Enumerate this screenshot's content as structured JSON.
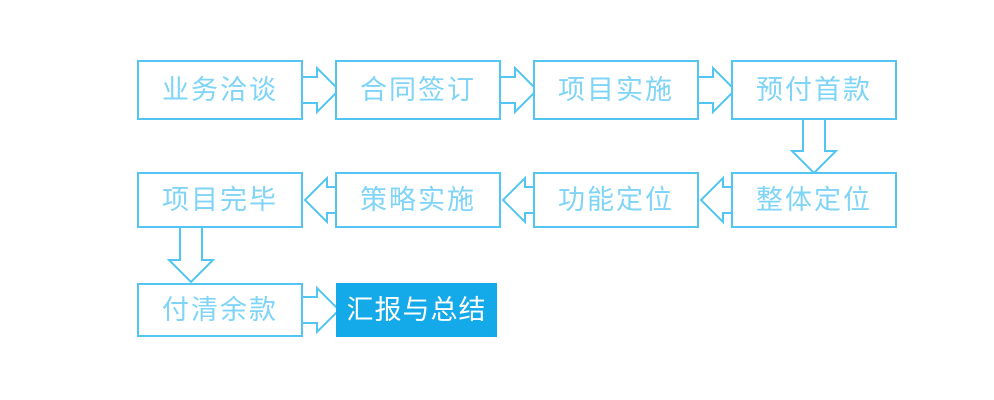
{
  "diagram": {
    "title": "",
    "colors": {
      "outline": "#52c5f2",
      "text": "#7fd4f7",
      "highlight_fill": "#14a9e8",
      "highlight_text": "#ffffff",
      "background": "#ffffff"
    },
    "rows": [
      {
        "direction": "left-to-right",
        "nodes": [
          {
            "label": "业务洽谈",
            "style": "outline"
          },
          {
            "label": "合同签订",
            "style": "outline"
          },
          {
            "label": "项目实施",
            "style": "outline"
          },
          {
            "label": "预付首款",
            "style": "outline"
          }
        ]
      },
      {
        "direction": "right-to-left",
        "nodes": [
          {
            "label": "项目完毕",
            "style": "outline"
          },
          {
            "label": "策略实施",
            "style": "outline"
          },
          {
            "label": "功能定位",
            "style": "outline"
          },
          {
            "label": "整体定位",
            "style": "outline"
          }
        ]
      },
      {
        "direction": "left-to-right",
        "nodes": [
          {
            "label": "付清余款",
            "style": "outline"
          },
          {
            "label": "汇报与总结",
            "style": "filled"
          }
        ]
      }
    ],
    "connectors": [
      {
        "name": "arrow-row1-to-row2",
        "kind": "down-arrow"
      },
      {
        "name": "arrow-row2-to-row3",
        "kind": "down-arrow"
      },
      {
        "name": "arrow-r1-n1-to-n2",
        "kind": "right-arrow"
      },
      {
        "name": "arrow-r1-n2-to-n3",
        "kind": "right-arrow"
      },
      {
        "name": "arrow-r1-n3-to-n4",
        "kind": "right-arrow"
      },
      {
        "name": "arrow-r2-n4-to-n3",
        "kind": "left-arrow"
      },
      {
        "name": "arrow-r2-n3-to-n2",
        "kind": "left-arrow"
      },
      {
        "name": "arrow-r2-n2-to-n1",
        "kind": "left-arrow"
      },
      {
        "name": "arrow-r3-n1-to-n2",
        "kind": "right-arrow"
      }
    ]
  }
}
